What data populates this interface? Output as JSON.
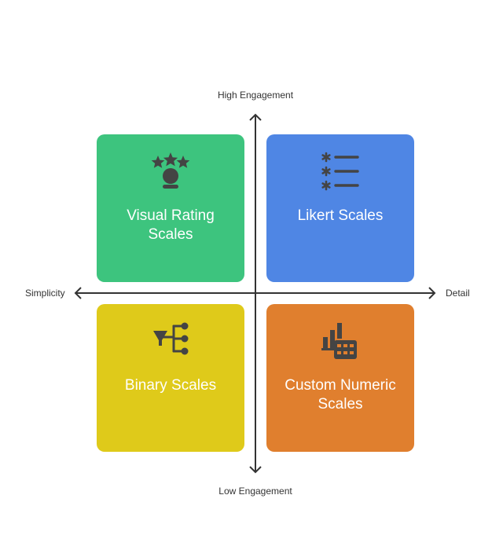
{
  "axes": {
    "top": "High Engagement",
    "bottom": "Low Engagement",
    "left": "Simplicity",
    "right": "Detail"
  },
  "quadrants": {
    "top_left": {
      "title": "Visual Rating Scales",
      "icon": "stars-award-icon",
      "color": "#3dc47e"
    },
    "top_right": {
      "title": "Likert Scales",
      "icon": "asterisk-list-icon",
      "color": "#4f86e4"
    },
    "bottom_left": {
      "title": "Binary Scales",
      "icon": "funnel-branch-icon",
      "color": "#dfca1a"
    },
    "bottom_right": {
      "title": "Custom Numeric Scales",
      "icon": "chart-grid-icon",
      "color": "#e07f2e"
    }
  },
  "colors": {
    "axis": "#333333",
    "icon": "#444444"
  }
}
